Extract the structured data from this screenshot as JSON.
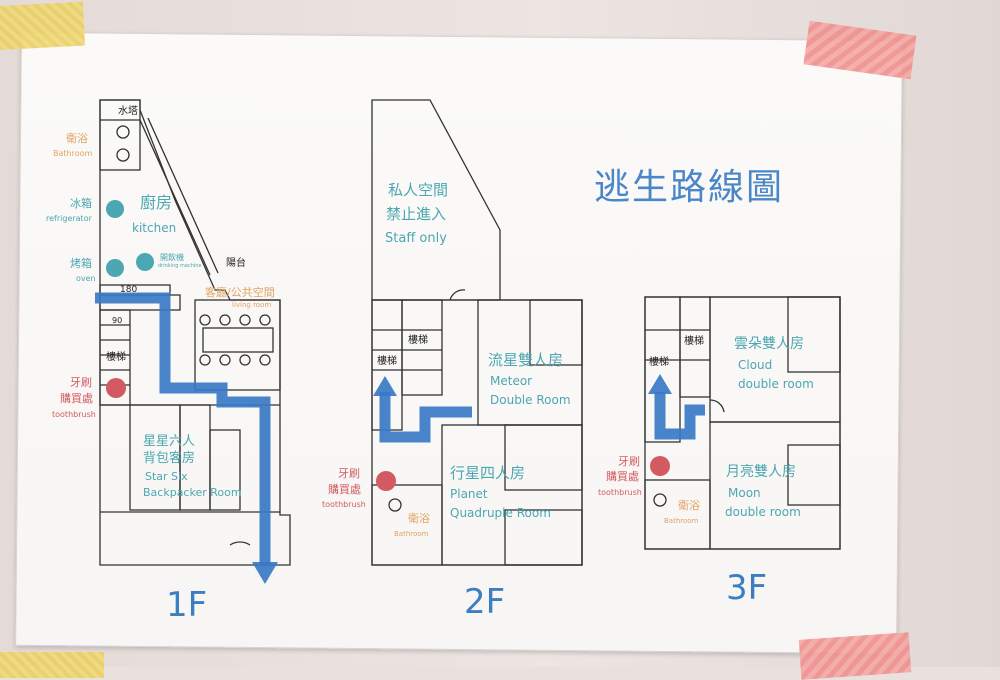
{
  "title": "逃生路線圖",
  "colors": {
    "route": "#3a78c4",
    "teal": "#4ba7b1",
    "orange": "#e0a262",
    "red": "#d25a60"
  },
  "floor1": {
    "label": "1F",
    "water_tower": "水塔",
    "bathroom_zh": "衛浴",
    "bathroom_en": "Bathroom",
    "fridge_zh": "冰箱",
    "fridge_en": "refrigerator",
    "kitchen_zh": "廚房",
    "kitchen_en": "kitchen",
    "oven_zh": "烤箱",
    "oven_en": "oven",
    "dispenser_zh": "開飲機",
    "dispenser_en": "drinking machine",
    "balcony": "陽台",
    "dim_180": "180",
    "dim_90": "90",
    "living_zh": "客廳/公共空間",
    "living_en": "living room",
    "stairs": "樓梯",
    "toothbrush_zh1": "牙刷",
    "toothbrush_zh2": "購買處",
    "toothbrush_en": "toothbrush",
    "room_zh1": "星星六人",
    "room_zh2": "背包客房",
    "room_en1": "Star Six",
    "room_en2": "Backpacker Room"
  },
  "floor2": {
    "label": "2F",
    "private_zh1": "私人空間",
    "private_zh2": "禁止進入",
    "private_en": "Staff only",
    "stairs": "樓梯",
    "meteor_zh": "流星雙人房",
    "meteor_en1": "Meteor",
    "meteor_en2": "Double Room",
    "planet_zh": "行星四人房",
    "planet_en1": "Planet",
    "planet_en2": "Quadruple Room",
    "toothbrush_zh1": "牙刷",
    "toothbrush_zh2": "購買處",
    "toothbrush_en": "toothbrush",
    "bathroom_zh": "衛浴",
    "bathroom_en": "Bathroom"
  },
  "floor3": {
    "label": "3F",
    "stairs": "樓梯",
    "cloud_zh": "雲朵雙人房",
    "cloud_en1": "Cloud",
    "cloud_en2": "double room",
    "moon_zh": "月亮雙人房",
    "moon_en1": "Moon",
    "moon_en2": "double room",
    "toothbrush_zh1": "牙刷",
    "toothbrush_zh2": "購買處",
    "toothbrush_en": "toothbrush",
    "bathroom_zh": "衛浴",
    "bathroom_en": "Bathroom"
  }
}
